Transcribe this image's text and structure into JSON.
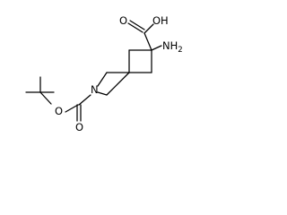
{
  "molecule": {
    "labels": {
      "carboxyl_oh": "OH",
      "carbonyl_o_acid": "O",
      "amine": "NH",
      "amine_subscript": "2",
      "ring_n": "N",
      "carbonyl_o_boc": "O",
      "ester_o": "O"
    }
  },
  "colors": {
    "bond": "#000000",
    "background": "#ffffff",
    "label": "#000000"
  }
}
